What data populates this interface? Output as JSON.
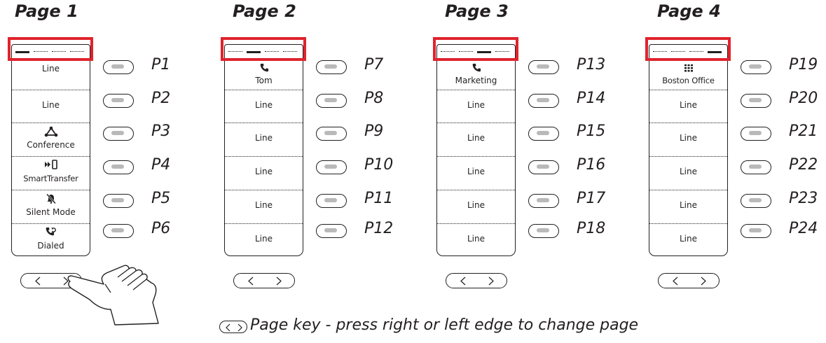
{
  "pages": [
    {
      "title": "Page 1",
      "active_segment": 0,
      "slots": [
        {
          "icon": "none",
          "label": "Line"
        },
        {
          "icon": "none",
          "label": "Line"
        },
        {
          "icon": "conference-icon",
          "label": "Conference"
        },
        {
          "icon": "smart-transfer-icon",
          "label": "SmartTransfer"
        },
        {
          "icon": "silent-mode-icon",
          "label": "Silent Mode"
        },
        {
          "icon": "dialed-icon",
          "label": "Dialed"
        }
      ],
      "keys": [
        "P1",
        "P2",
        "P3",
        "P4",
        "P5",
        "P6"
      ]
    },
    {
      "title": "Page 2",
      "active_segment": 1,
      "slots": [
        {
          "icon": "phone-icon",
          "label": "Tom"
        },
        {
          "icon": "none",
          "label": "Line"
        },
        {
          "icon": "none",
          "label": "Line"
        },
        {
          "icon": "none",
          "label": "Line"
        },
        {
          "icon": "none",
          "label": "Line"
        },
        {
          "icon": "none",
          "label": "Line"
        }
      ],
      "keys": [
        "P7",
        "P8",
        "P9",
        "P10",
        "P11",
        "P12"
      ]
    },
    {
      "title": "Page 3",
      "active_segment": 2,
      "slots": [
        {
          "icon": "phone-icon",
          "label": "Marketing"
        },
        {
          "icon": "none",
          "label": "Line"
        },
        {
          "icon": "none",
          "label": "Line"
        },
        {
          "icon": "none",
          "label": "Line"
        },
        {
          "icon": "none",
          "label": "Line"
        },
        {
          "icon": "none",
          "label": "Line"
        }
      ],
      "keys": [
        "P13",
        "P14",
        "P15",
        "P16",
        "P17",
        "P18"
      ]
    },
    {
      "title": "Page 4",
      "active_segment": 3,
      "slots": [
        {
          "icon": "directory-icon",
          "label": "Boston Office"
        },
        {
          "icon": "none",
          "label": "Line"
        },
        {
          "icon": "none",
          "label": "Line"
        },
        {
          "icon": "none",
          "label": "Line"
        },
        {
          "icon": "none",
          "label": "Line"
        },
        {
          "icon": "none",
          "label": "Line"
        }
      ],
      "keys": [
        "P19",
        "P20",
        "P21",
        "P22",
        "P23",
        "P24"
      ]
    }
  ],
  "legend": {
    "text": "Page key - press right or left edge to change page"
  },
  "colors": {
    "highlight": "#e0232c",
    "ink": "#231f20",
    "button_fill": "#b9b9ba"
  }
}
